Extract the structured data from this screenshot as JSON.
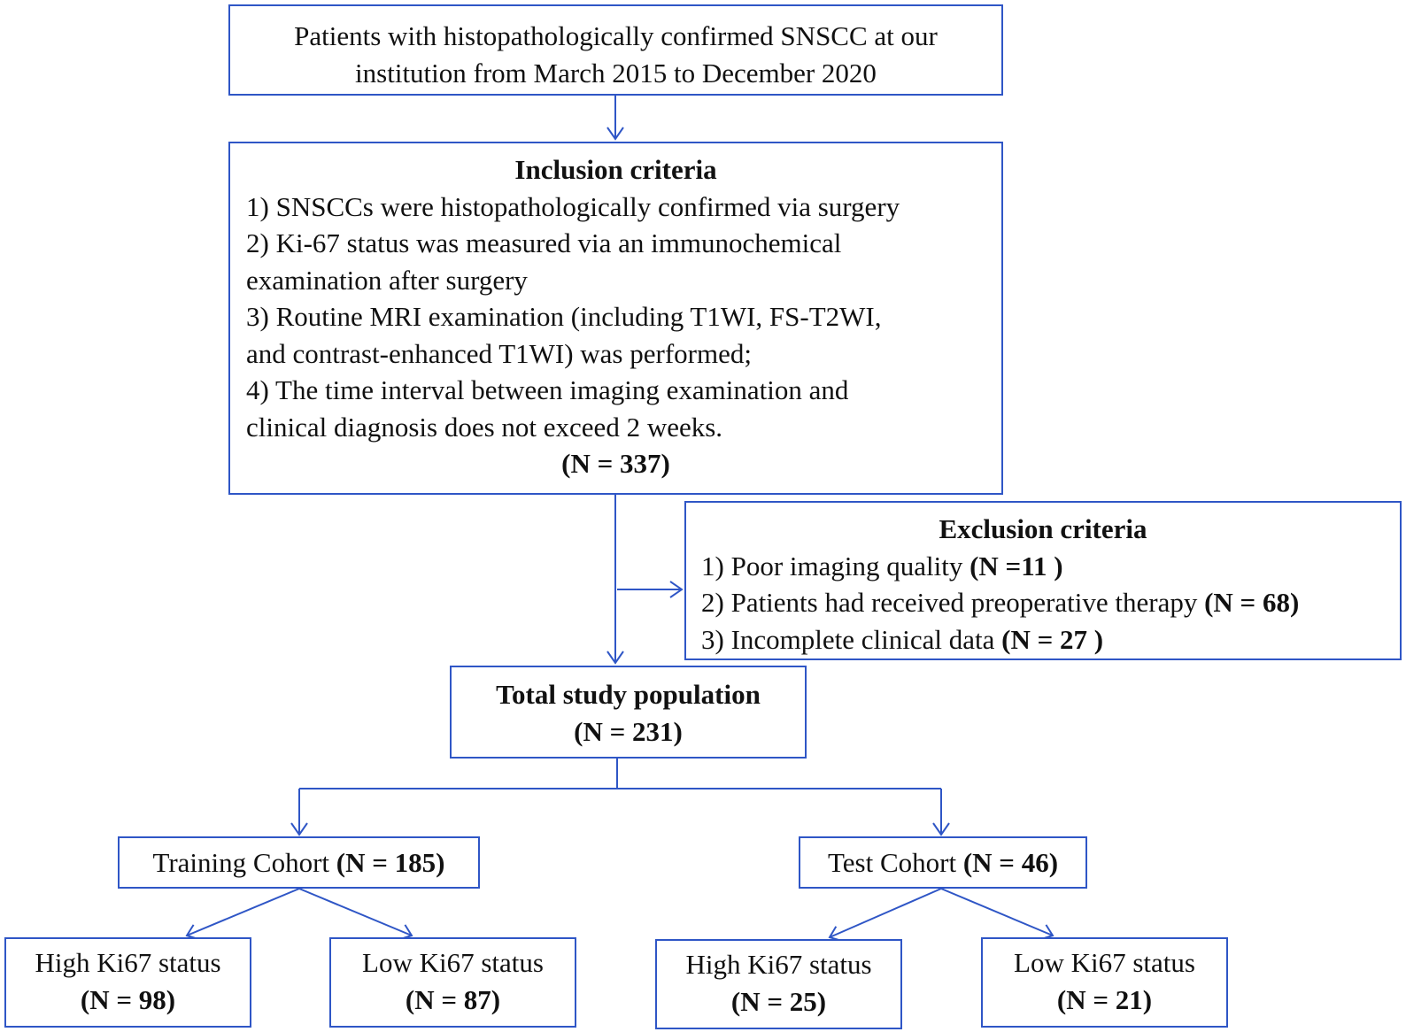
{
  "colors": {
    "border": "#2f56c6",
    "arrow": "#2f56c6",
    "text": "#111111"
  },
  "top_box": {
    "line1": "Patients with histopathologically confirmed SNSCC at our",
    "line2": "institution from March 2015 to December 2020"
  },
  "inclusion": {
    "title": "Inclusion criteria",
    "item1": "1) SNSCCs were histopathologically confirmed via surgery",
    "item2_line1": "2) Ki-67 status was measured via an immunochemical",
    "item2_line2": "examination after surgery",
    "item3_line1": "3) Routine MRI examination (including T1WI, FS-T2WI,",
    "item3_line2": "and contrast-enhanced T1WI) was performed;",
    "item4_line1": "4) The time interval between imaging examination and",
    "item4_line2": "clinical diagnosis does not exceed 2 weeks.",
    "count": "(N = 337)"
  },
  "exclusion": {
    "title": "Exclusion criteria",
    "item1_text": "1) Poor imaging quality ",
    "item1_count": "(N =11 )",
    "item2_text": "2) Patients had received  preoperative  therapy  ",
    "item2_count": "(N = 68)",
    "item3_text": "3) Incomplete clinical data  ",
    "item3_count": "(N = 27 )"
  },
  "total": {
    "title": "Total study population",
    "count": "(N = 231)"
  },
  "training": {
    "label": "Training Cohort ",
    "count": "(N = 185)",
    "high": {
      "label": "High Ki67 status",
      "count": "(N = 98)"
    },
    "low": {
      "label": "Low Ki67 status",
      "count": "(N = 87)"
    }
  },
  "test": {
    "label": "Test Cohort ",
    "count": "(N = 46)",
    "high": {
      "label": "High Ki67 status",
      "count": "(N = 25)"
    },
    "low": {
      "label": "Low Ki67 status",
      "count": "(N = 21)"
    }
  }
}
